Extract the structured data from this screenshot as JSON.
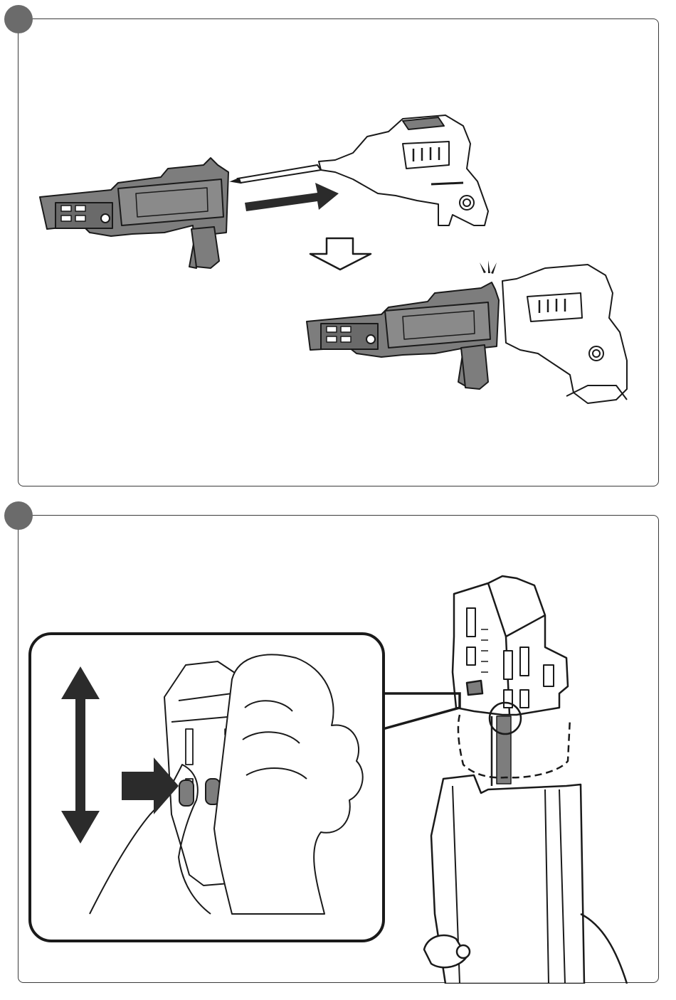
{
  "steps": [
    {
      "badge_label": "",
      "scene": "attach-magazine-attachment",
      "icons": [
        "magazine-attachment",
        "screwdriver-bit",
        "drywall-screwdriver",
        "push-arrow",
        "down-outline-arrow",
        "click-mark"
      ]
    },
    {
      "badge_label": "",
      "scene": "adjust-nose-piece",
      "icons": [
        "nose-piece",
        "hand-grip",
        "press-arrow",
        "up-down-arrow",
        "detail-callout"
      ]
    }
  ],
  "colors": {
    "badge": "#6b6b6b",
    "part_fill": "#7d7d7d",
    "arrow_fill": "#2b2b2b",
    "line": "#1a1a1a"
  }
}
